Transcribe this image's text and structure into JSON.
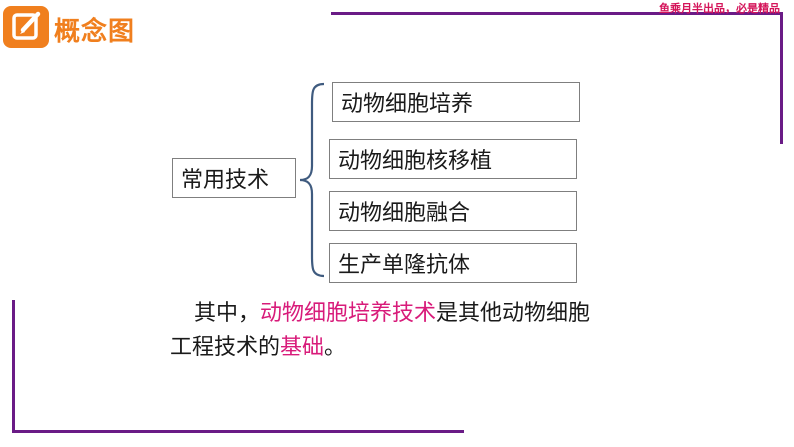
{
  "header": {
    "title": "概念图",
    "icon": "edit-pencil-icon",
    "accent_color": "#f07f1e",
    "slogan": "鱼乘月半出品，必是精品"
  },
  "diagram": {
    "root_label": "常用技术",
    "branches": [
      "动物细胞培养",
      "动物细胞核移植",
      "动物细胞融合",
      "生产单隆抗体"
    ]
  },
  "summary": {
    "part1": "其中，",
    "part2": "动物细胞培养技术",
    "part3": "是其他动物细胞工程技术的",
    "part4": "基础",
    "part5": "。",
    "highlight_color": "#d81b7a"
  },
  "frame_color": "#6a1b86"
}
